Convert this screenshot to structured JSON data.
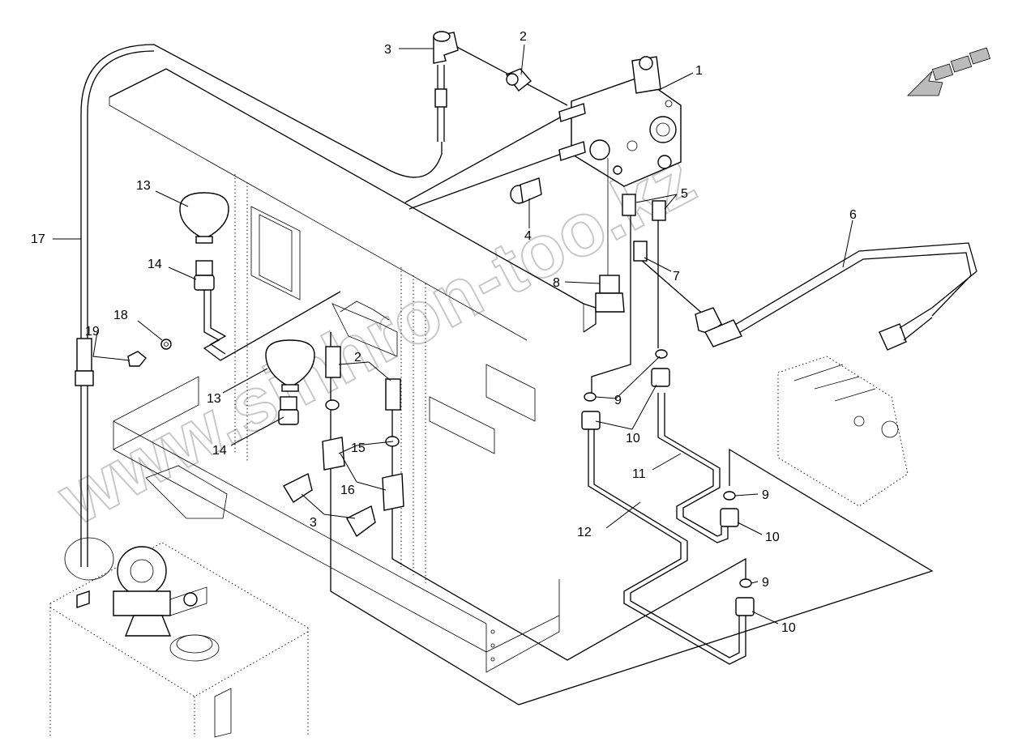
{
  "watermark": "www.sinhron-too.kz",
  "callouts": [
    {
      "id": "c1",
      "label": "1"
    },
    {
      "id": "c2a",
      "label": "2"
    },
    {
      "id": "c2b",
      "label": "2"
    },
    {
      "id": "c3a",
      "label": "3"
    },
    {
      "id": "c3b",
      "label": "3"
    },
    {
      "id": "c4",
      "label": "4"
    },
    {
      "id": "c5",
      "label": "5"
    },
    {
      "id": "c6",
      "label": "6"
    },
    {
      "id": "c7",
      "label": "7"
    },
    {
      "id": "c8",
      "label": "8"
    },
    {
      "id": "c9a",
      "label": "9"
    },
    {
      "id": "c9b",
      "label": "9"
    },
    {
      "id": "c9c",
      "label": "9"
    },
    {
      "id": "c10a",
      "label": "10"
    },
    {
      "id": "c10b",
      "label": "10"
    },
    {
      "id": "c10c",
      "label": "10"
    },
    {
      "id": "c11",
      "label": "11"
    },
    {
      "id": "c12",
      "label": "12"
    },
    {
      "id": "c13a",
      "label": "13"
    },
    {
      "id": "c13b",
      "label": "13"
    },
    {
      "id": "c14a",
      "label": "14"
    },
    {
      "id": "c14b",
      "label": "14"
    },
    {
      "id": "c15",
      "label": "15"
    },
    {
      "id": "c16",
      "label": "16"
    },
    {
      "id": "c17",
      "label": "17"
    },
    {
      "id": "c18",
      "label": "18"
    },
    {
      "id": "c19",
      "label": "19"
    }
  ]
}
